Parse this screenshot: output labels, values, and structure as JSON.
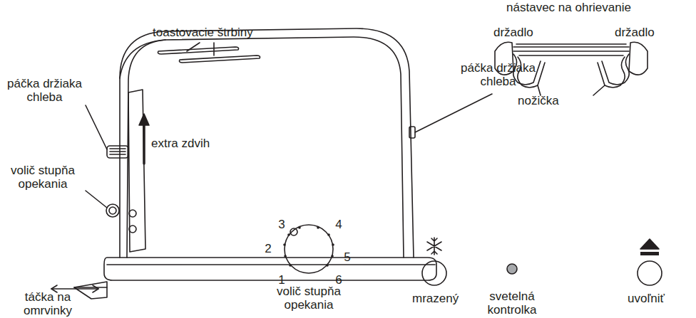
{
  "diagram": {
    "labels": [
      "nástavec na ohrievanie",
      "držadlo",
      "držadlo",
      "nožička",
      "toastovacie štrbiny",
      "páčka držiaka chleba",
      "páčka držiaka chleba",
      "extra zdvih",
      "volič stupňa opekania",
      "táčka na omrvinky",
      "3",
      "4",
      "2",
      "5",
      "1",
      "6",
      "volič stupňa opekania",
      "mrazený",
      "svetelná kontrolka",
      "uvoľniť"
    ]
  }
}
